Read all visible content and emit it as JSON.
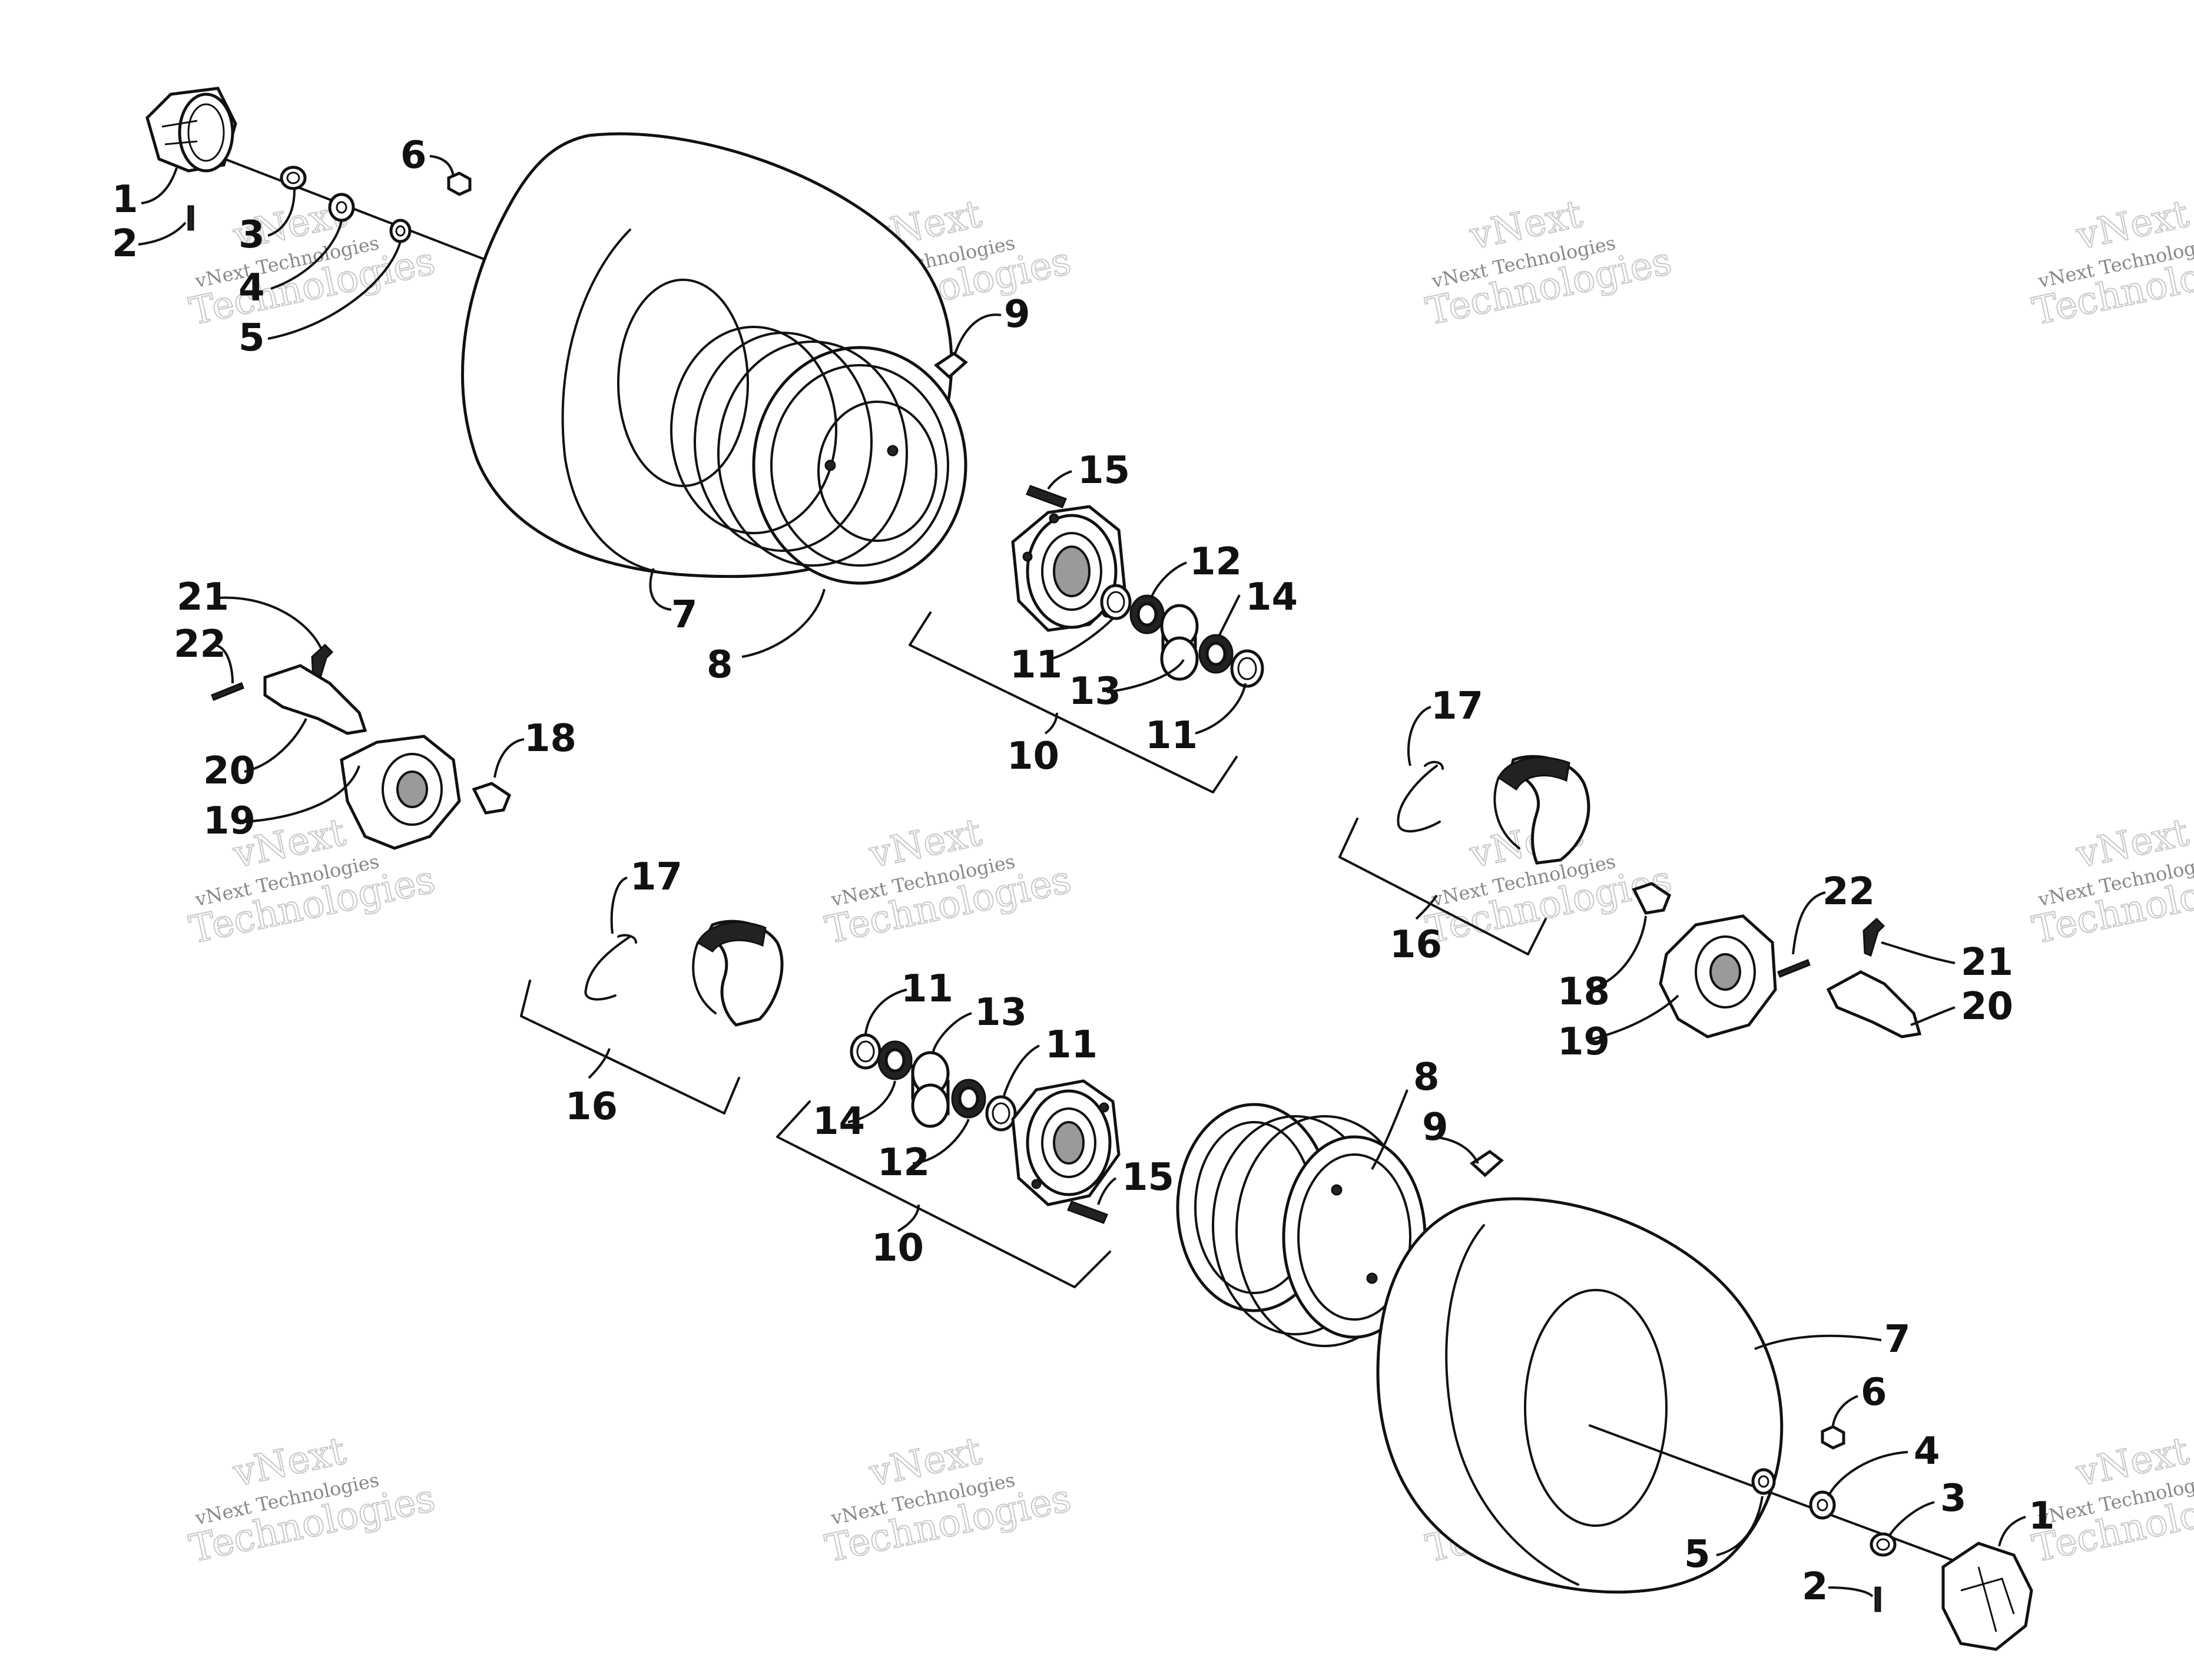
{
  "diagram": {
    "watermark_line1": "vNext",
    "watermark_line2": "vNext Technologies",
    "watermark_line3": "Technologies"
  },
  "callouts": {
    "top_left": [
      "1",
      "2",
      "3",
      "4",
      "5",
      "6",
      "7",
      "8",
      "9"
    ],
    "hub_upper": [
      "10",
      "11",
      "11",
      "12",
      "13",
      "14",
      "15"
    ],
    "brake_left": [
      "18",
      "19",
      "20",
      "21",
      "22"
    ],
    "shoe_mid_left": [
      "16",
      "17"
    ],
    "hub_lower": [
      "10",
      "11",
      "11",
      "12",
      "13",
      "14",
      "15"
    ],
    "shoe_right": [
      "16",
      "17"
    ],
    "brake_right": [
      "18",
      "19",
      "20",
      "21",
      "22"
    ],
    "bottom_right": [
      "1",
      "2",
      "3",
      "4",
      "5",
      "6",
      "7",
      "8",
      "9"
    ]
  }
}
